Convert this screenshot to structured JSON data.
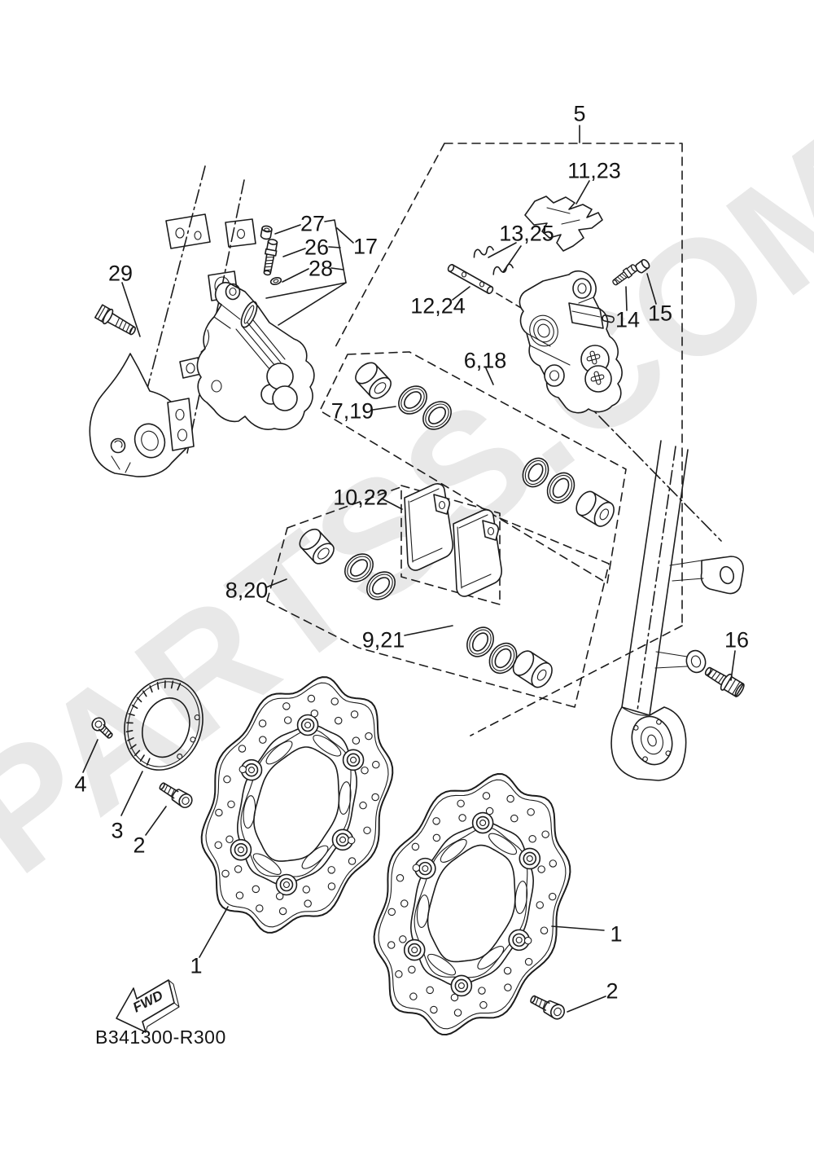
{
  "code": "B341300-R300",
  "fwd_label": "FWD",
  "watermark": "PARTSS.COM",
  "colors": {
    "line": "#1c1c1c",
    "watermark": "#e8e8e8",
    "background": "#ffffff",
    "label_text": "#141414"
  },
  "callouts": {
    "c5": {
      "text": "5"
    },
    "c11_23": {
      "text": "11,23"
    },
    "c13_25": {
      "text": "13,25"
    },
    "c12_24": {
      "text": "12,24"
    },
    "c14": {
      "text": "14"
    },
    "c15": {
      "text": "15"
    },
    "c27": {
      "text": "27"
    },
    "c26": {
      "text": "26"
    },
    "c28": {
      "text": "28"
    },
    "c17": {
      "text": "17"
    },
    "c29": {
      "text": "29"
    },
    "c6_18": {
      "text": "6,18"
    },
    "c7_19": {
      "text": "7,19"
    },
    "c10_22": {
      "text": "10,22"
    },
    "c8_20": {
      "text": "8,20"
    },
    "c9_21": {
      "text": "9,21"
    },
    "c16": {
      "text": "16"
    },
    "c4": {
      "text": "4"
    },
    "c3": {
      "text": "3"
    },
    "c2_left": {
      "text": "2"
    },
    "c2_right": {
      "text": "2"
    },
    "c1_left": {
      "text": "1"
    },
    "c1_right": {
      "text": "1"
    }
  }
}
